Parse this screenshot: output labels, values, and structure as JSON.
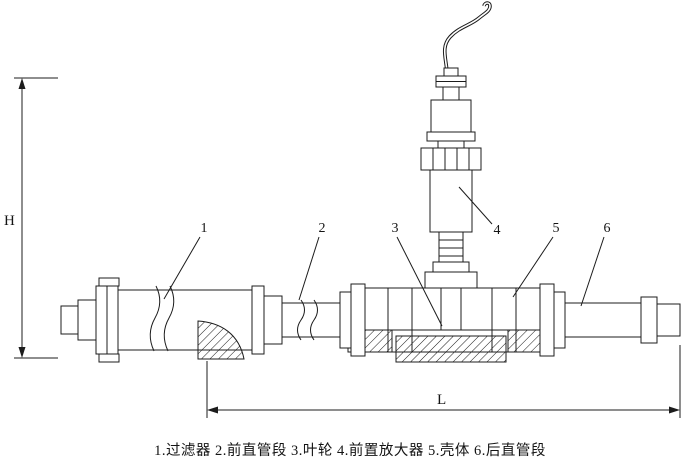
{
  "figure": {
    "caption": "1.过滤器 2.前直管段 3.叶轮 4.前置放大器 5.壳体 6.后直管段",
    "dimension_labels": {
      "height": "H",
      "length": "L"
    },
    "callouts": [
      {
        "num": "1",
        "part": "过滤器"
      },
      {
        "num": "2",
        "part": "前直管段"
      },
      {
        "num": "3",
        "part": "叶轮"
      },
      {
        "num": "4",
        "part": "前置放大器"
      },
      {
        "num": "5",
        "part": "壳体"
      },
      {
        "num": "6",
        "part": "后直管段"
      }
    ],
    "colors": {
      "line": "#1c1c1c",
      "background": "#ffffff"
    }
  }
}
